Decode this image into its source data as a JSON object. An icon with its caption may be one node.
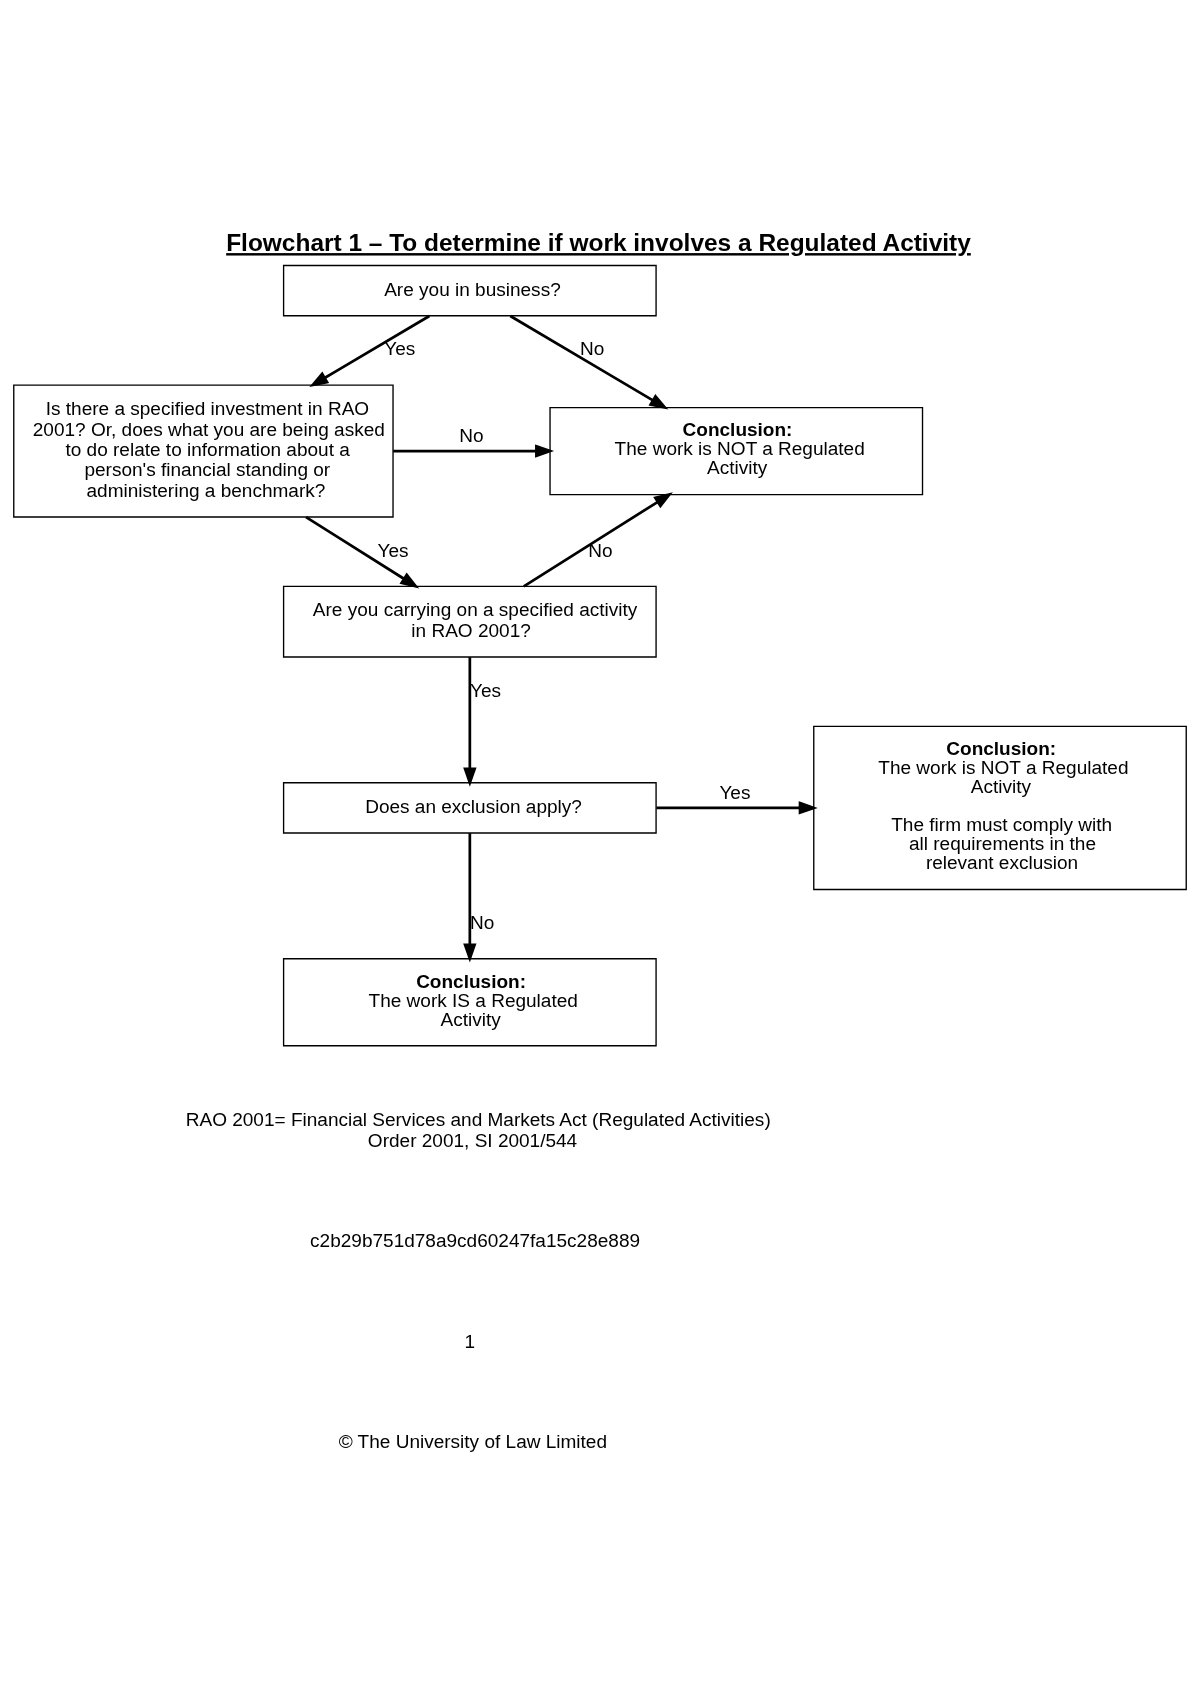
{
  "diagram": {
    "title": "Flowchart 1 – To determine if work involves a Regulated Activity",
    "nodes": [
      {
        "text": [
          "Are you in business?"
        ]
      },
      {
        "text": [
          "Is there a specified investment in RAO 2001? Or, does what you are being asked to do relate to information about a person's financial standing or administering a benchmark?"
        ]
      },
      {
        "text": [
          "Are you carrying on a specified activity in RAO 2001?"
        ]
      },
      {
        "text": [
          "Does an exclusion apply?"
        ]
      },
      {
        "text": [
          "Conclusion:",
          "The work is NOT a Regulated Activity"
        ]
      },
      {
        "text": [
          "Conclusion:",
          "The work is NOT a Regulated Activity",
          "The firm must comply with all requirements in the relevant exclusion"
        ]
      },
      {
        "text": [
          "Conclusion:",
          "The work IS a Regulated Activity"
        ]
      }
    ],
    "edges": [
      {
        "from": 0,
        "to": 4,
        "arrow": "to",
        "label": "No"
      },
      {
        "from": 0,
        "to": 1,
        "arrow": "to",
        "label": "Yes"
      },
      {
        "from": 1,
        "to": 4,
        "arrow": "to",
        "label": "No"
      },
      {
        "from": 1,
        "to": 2,
        "arrow": "to",
        "label": "Yes"
      },
      {
        "from": 2,
        "to": 4,
        "arrow": "to",
        "label": "No"
      },
      {
        "from": 2,
        "to": 3,
        "arrow": "to",
        "label": "Yes"
      },
      {
        "from": 3,
        "to": 5,
        "arrow": "to",
        "label": "Yes"
      },
      {
        "from": 3,
        "to": 6,
        "arrow": "to",
        "label": "No"
      }
    ],
    "labels": [
      "RAO 2001= Financial Services and Markets Act (Regulated Activities) Order 2001, SI 2001/544",
      "c2b29b751d78a9cd60247fa15c28e889",
      "1",
      "© The University of Law Limited"
    ]
  }
}
